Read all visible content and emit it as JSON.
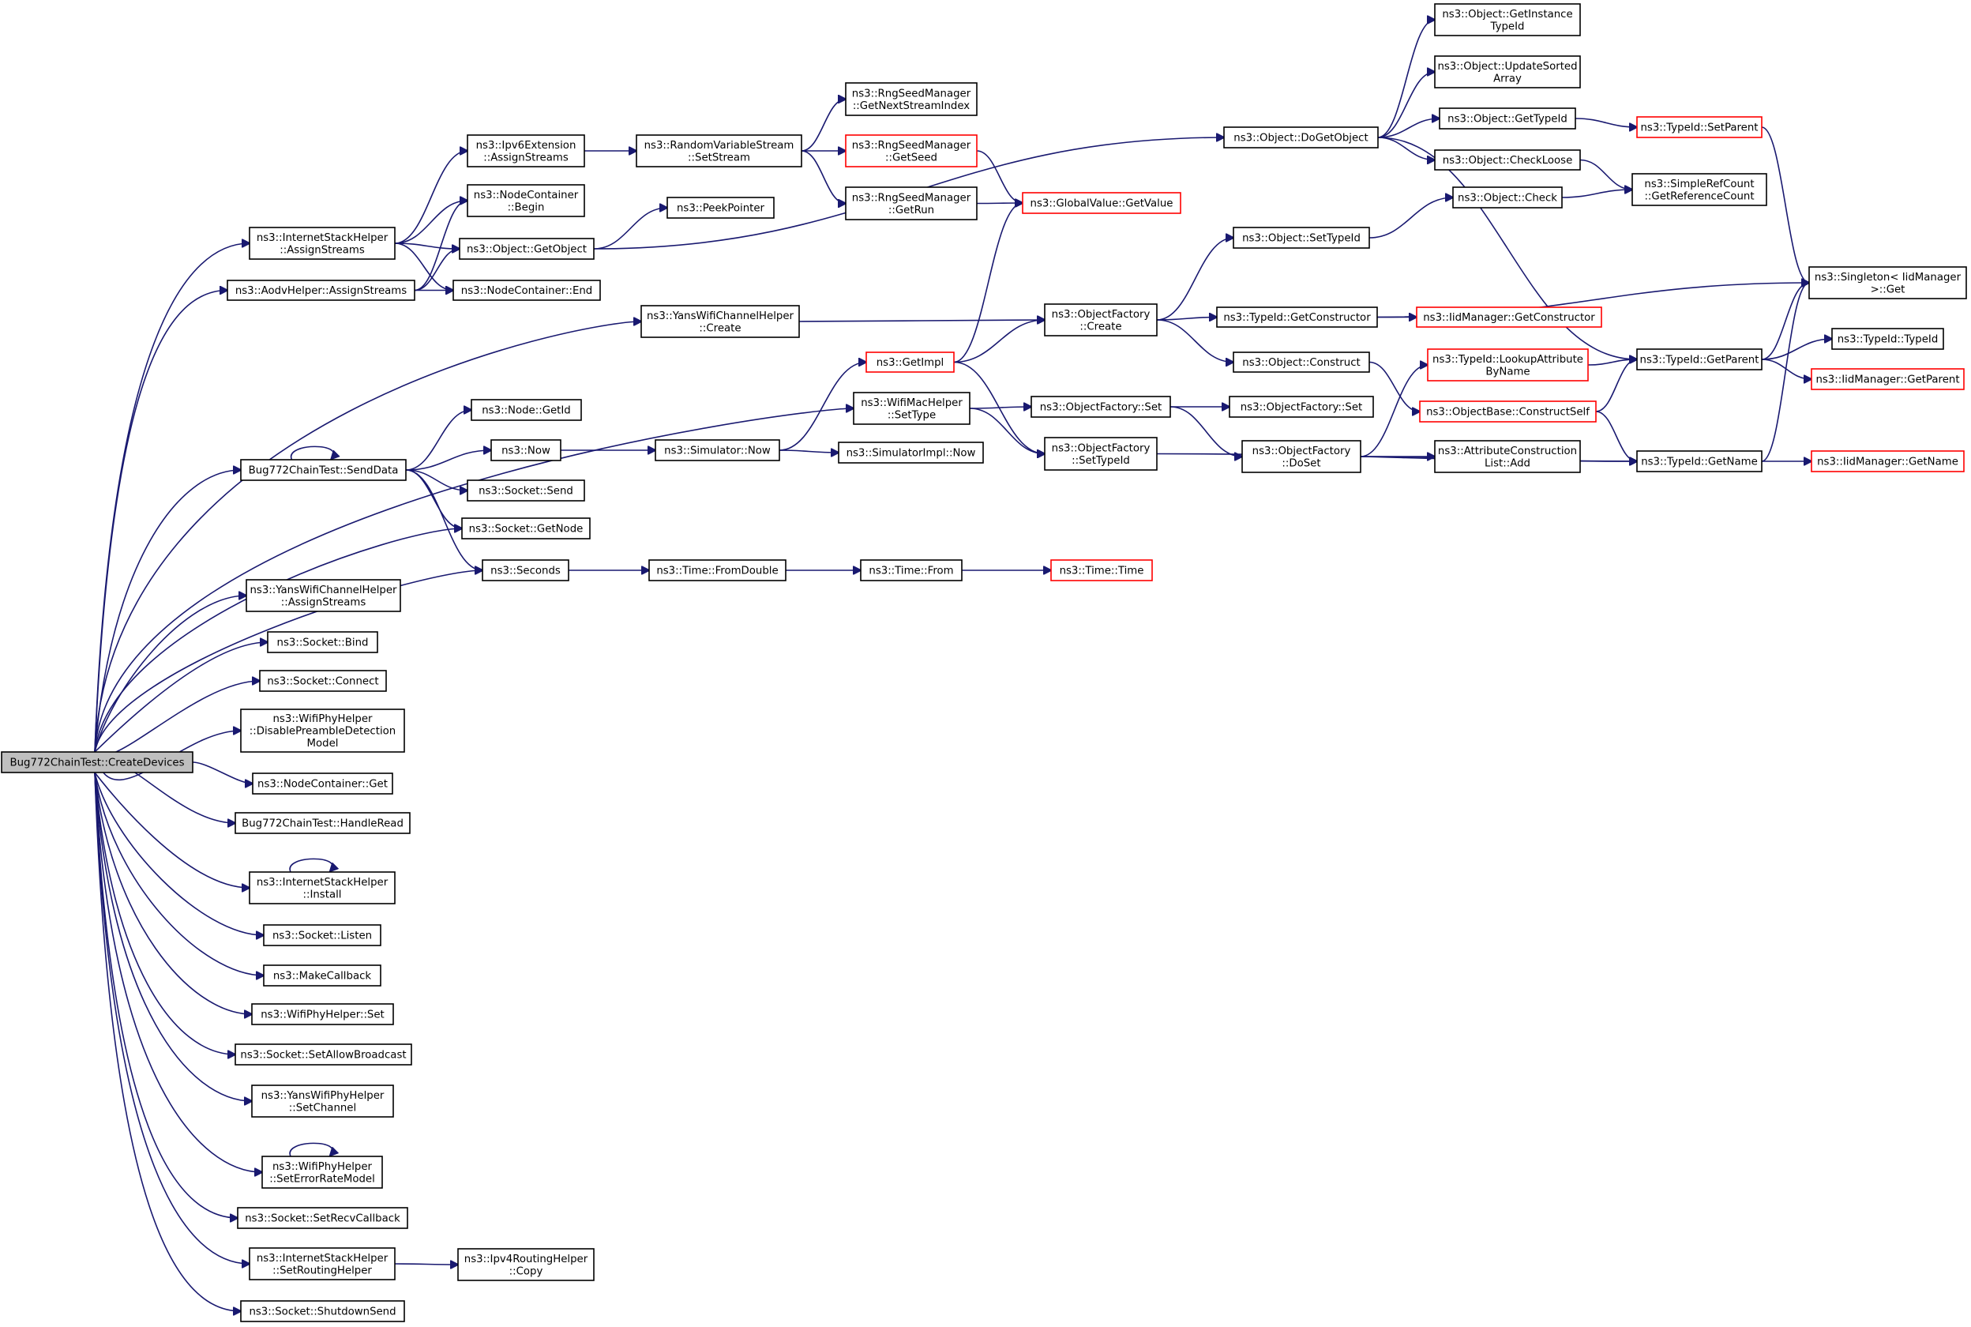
{
  "colors": {
    "edge": "#191970",
    "border": "#000000",
    "red_border": "#ff0000",
    "root_fill": "#bfbfbf"
  },
  "nodes": [
    {
      "id": "root",
      "label": [
        "Bug772ChainTest::CreateDevices"
      ],
      "style": "root"
    },
    {
      "id": "ish_as",
      "label": [
        "ns3::InternetStackHelper",
        "::AssignStreams"
      ]
    },
    {
      "id": "aodv_as",
      "label": [
        "ns3::AodvHelper::AssignStreams"
      ]
    },
    {
      "id": "ipv6_as",
      "label": [
        "ns3::Ipv6Extension",
        "::AssignStreams"
      ]
    },
    {
      "id": "nc_begin",
      "label": [
        "ns3::NodeContainer",
        "::Begin"
      ]
    },
    {
      "id": "obj_getobj",
      "label": [
        "ns3::Object::GetObject"
      ]
    },
    {
      "id": "nc_end",
      "label": [
        "ns3::NodeContainer::End"
      ]
    },
    {
      "id": "rvs_set",
      "label": [
        "ns3::RandomVariableStream",
        "::SetStream"
      ]
    },
    {
      "id": "peek",
      "label": [
        "ns3::PeekPointer"
      ]
    },
    {
      "id": "rng_next",
      "label": [
        "ns3::RngSeedManager",
        "::GetNextStreamIndex"
      ]
    },
    {
      "id": "rng_seed",
      "label": [
        "ns3::RngSeedManager",
        "::GetSeed"
      ],
      "style": "red"
    },
    {
      "id": "rng_run",
      "label": [
        "ns3::RngSeedManager",
        "::GetRun"
      ]
    },
    {
      "id": "gv_get",
      "label": [
        "ns3::GlobalValue::GetValue"
      ],
      "style": "red"
    },
    {
      "id": "yans_create",
      "label": [
        "ns3::YansWifiChannelHelper",
        "::Create"
      ]
    },
    {
      "id": "wifimac_set",
      "label": [
        "ns3::WifiMacHelper",
        "::SetType"
      ]
    },
    {
      "id": "getimpl",
      "label": [
        "ns3::GetImpl"
      ],
      "style": "red"
    },
    {
      "id": "of_create",
      "label": [
        "ns3::ObjectFactory",
        "::Create"
      ]
    },
    {
      "id": "of_set",
      "label": [
        "ns3::ObjectFactory::Set"
      ]
    },
    {
      "id": "of_settid",
      "label": [
        "ns3::ObjectFactory",
        "::SetTypeId"
      ]
    },
    {
      "id": "of_set2",
      "label": [
        "ns3::ObjectFactory::Set"
      ]
    },
    {
      "id": "of_doset",
      "label": [
        "ns3::ObjectFactory",
        "::DoSet"
      ]
    },
    {
      "id": "obj_dogetobj",
      "label": [
        "ns3::Object::DoGetObject"
      ]
    },
    {
      "id": "obj_settid",
      "label": [
        "ns3::Object::SetTypeId"
      ]
    },
    {
      "id": "tid_getctor",
      "label": [
        "ns3::TypeId::GetConstructor"
      ]
    },
    {
      "id": "iid_getctor",
      "label": [
        "ns3::IidManager::GetConstructor"
      ],
      "style": "red"
    },
    {
      "id": "obj_construct",
      "label": [
        "ns3::Object::Construct"
      ]
    },
    {
      "id": "obj_getinst",
      "label": [
        "ns3::Object::GetInstance",
        "TypeId"
      ]
    },
    {
      "id": "obj_upd",
      "label": [
        "ns3::Object::UpdateSorted",
        "Array"
      ]
    },
    {
      "id": "obj_gettid",
      "label": [
        "ns3::Object::GetTypeId"
      ]
    },
    {
      "id": "obj_checkloose",
      "label": [
        "ns3::Object::CheckLoose"
      ]
    },
    {
      "id": "obj_check",
      "label": [
        "ns3::Object::Check"
      ]
    },
    {
      "id": "tid_lookup",
      "label": [
        "ns3::TypeId::LookupAttribute",
        "ByName"
      ],
      "style": "red"
    },
    {
      "id": "ob_construct",
      "label": [
        "ns3::ObjectBase::ConstructSelf"
      ],
      "style": "red"
    },
    {
      "id": "acl_add",
      "label": [
        "ns3::AttributeConstruction",
        "List::Add"
      ]
    },
    {
      "id": "tid_setparent",
      "label": [
        "ns3::TypeId::SetParent"
      ],
      "style": "red"
    },
    {
      "id": "src_getrc",
      "label": [
        "ns3::SimpleRefCount",
        "::GetReferenceCount"
      ]
    },
    {
      "id": "singleton",
      "label": [
        "ns3::Singleton< IidManager",
        " >::Get"
      ]
    },
    {
      "id": "tid_getparent",
      "label": [
        "ns3::TypeId::GetParent"
      ]
    },
    {
      "id": "tid_typeid",
      "label": [
        "ns3::TypeId::TypeId"
      ]
    },
    {
      "id": "iid_getparent",
      "label": [
        "ns3::IidManager::GetParent"
      ],
      "style": "red"
    },
    {
      "id": "tid_getname",
      "label": [
        "ns3::TypeId::GetName"
      ]
    },
    {
      "id": "iid_getname",
      "label": [
        "ns3::IidManager::GetName"
      ],
      "style": "red"
    },
    {
      "id": "senddata",
      "label": [
        "Bug772ChainTest::SendData"
      ]
    },
    {
      "id": "node_getid",
      "label": [
        "ns3::Node::GetId"
      ]
    },
    {
      "id": "now",
      "label": [
        "ns3::Now"
      ]
    },
    {
      "id": "sim_now",
      "label": [
        "ns3::Simulator::Now"
      ]
    },
    {
      "id": "simimpl_now",
      "label": [
        "ns3::SimulatorImpl::Now"
      ]
    },
    {
      "id": "sock_send",
      "label": [
        "ns3::Socket::Send"
      ]
    },
    {
      "id": "sock_getnode",
      "label": [
        "ns3::Socket::GetNode"
      ]
    },
    {
      "id": "seconds",
      "label": [
        "ns3::Seconds"
      ]
    },
    {
      "id": "time_fromdouble",
      "label": [
        "ns3::Time::FromDouble"
      ]
    },
    {
      "id": "time_from",
      "label": [
        "ns3::Time::From"
      ]
    },
    {
      "id": "time_time",
      "label": [
        "ns3::Time::Time"
      ],
      "style": "red"
    },
    {
      "id": "ywch_as",
      "label": [
        "ns3::YansWifiChannelHelper",
        "::AssignStreams"
      ]
    },
    {
      "id": "sock_bind",
      "label": [
        "ns3::Socket::Bind"
      ]
    },
    {
      "id": "sock_connect",
      "label": [
        "ns3::Socket::Connect"
      ]
    },
    {
      "id": "wph_dpd",
      "label": [
        "ns3::WifiPhyHelper",
        "::DisablePreambleDetection",
        "Model"
      ]
    },
    {
      "id": "nc_get",
      "label": [
        "ns3::NodeContainer::Get"
      ]
    },
    {
      "id": "handleread",
      "label": [
        "Bug772ChainTest::HandleRead"
      ]
    },
    {
      "id": "ish_install",
      "label": [
        "ns3::InternetStackHelper",
        "::Install"
      ]
    },
    {
      "id": "sock_listen",
      "label": [
        "ns3::Socket::Listen"
      ]
    },
    {
      "id": "makecb",
      "label": [
        "ns3::MakeCallback"
      ]
    },
    {
      "id": "wph_set",
      "label": [
        "ns3::WifiPhyHelper::Set"
      ]
    },
    {
      "id": "sock_allowbc",
      "label": [
        "ns3::Socket::SetAllowBroadcast"
      ]
    },
    {
      "id": "ywph_setch",
      "label": [
        "ns3::YansWifiPhyHelper",
        "::SetChannel"
      ]
    },
    {
      "id": "wph_seterm",
      "label": [
        "ns3::WifiPhyHelper",
        "::SetErrorRateModel"
      ]
    },
    {
      "id": "sock_setrecv",
      "label": [
        "ns3::Socket::SetRecvCallback"
      ]
    },
    {
      "id": "ish_setrh",
      "label": [
        "ns3::InternetStackHelper",
        "::SetRoutingHelper"
      ]
    },
    {
      "id": "ipv4rh_copy",
      "label": [
        "ns3::Ipv4RoutingHelper",
        "::Copy"
      ]
    },
    {
      "id": "sock_shutdown",
      "label": [
        "ns3::Socket::ShutdownSend"
      ]
    }
  ],
  "edges": [
    [
      "root",
      "ish_as"
    ],
    [
      "root",
      "aodv_as"
    ],
    [
      "root",
      "yans_create"
    ],
    [
      "root",
      "wifimac_set"
    ],
    [
      "root",
      "senddata"
    ],
    [
      "root",
      "sock_getnode"
    ],
    [
      "root",
      "seconds"
    ],
    [
      "root",
      "ywch_as"
    ],
    [
      "root",
      "sock_bind"
    ],
    [
      "root",
      "sock_connect"
    ],
    [
      "root",
      "wph_dpd"
    ],
    [
      "root",
      "nc_get"
    ],
    [
      "root",
      "handleread"
    ],
    [
      "root",
      "ish_install"
    ],
    [
      "root",
      "sock_listen"
    ],
    [
      "root",
      "makecb"
    ],
    [
      "root",
      "wph_set"
    ],
    [
      "root",
      "sock_allowbc"
    ],
    [
      "root",
      "ywph_setch"
    ],
    [
      "root",
      "wph_seterm"
    ],
    [
      "root",
      "sock_setrecv"
    ],
    [
      "root",
      "ish_setrh"
    ],
    [
      "root",
      "sock_shutdown"
    ],
    [
      "ish_as",
      "ipv6_as"
    ],
    [
      "ish_as",
      "nc_begin"
    ],
    [
      "ish_as",
      "obj_getobj"
    ],
    [
      "ish_as",
      "nc_end"
    ],
    [
      "aodv_as",
      "nc_begin"
    ],
    [
      "aodv_as",
      "obj_getobj"
    ],
    [
      "aodv_as",
      "nc_end"
    ],
    [
      "ipv6_as",
      "rvs_set"
    ],
    [
      "rvs_set",
      "rng_next"
    ],
    [
      "rvs_set",
      "rng_seed"
    ],
    [
      "rvs_set",
      "rng_run"
    ],
    [
      "rng_seed",
      "gv_get"
    ],
    [
      "rng_run",
      "gv_get"
    ],
    [
      "obj_getobj",
      "peek"
    ],
    [
      "obj_getobj",
      "obj_dogetobj"
    ],
    [
      "yans_create",
      "of_create"
    ],
    [
      "wifimac_set",
      "of_set"
    ],
    [
      "wifimac_set",
      "of_settid"
    ],
    [
      "getimpl",
      "gv_get"
    ],
    [
      "getimpl",
      "of_create"
    ],
    [
      "getimpl",
      "of_settid"
    ],
    [
      "of_create",
      "obj_settid"
    ],
    [
      "of_create",
      "tid_getctor"
    ],
    [
      "of_create",
      "obj_construct"
    ],
    [
      "of_set",
      "of_set2"
    ],
    [
      "of_set",
      "of_doset"
    ],
    [
      "of_settid",
      "tid_getname"
    ],
    [
      "of_doset",
      "tid_lookup"
    ],
    [
      "of_doset",
      "acl_add"
    ],
    [
      "of_doset",
      "tid_getname"
    ],
    [
      "obj_dogetobj",
      "obj_getinst"
    ],
    [
      "obj_dogetobj",
      "obj_upd"
    ],
    [
      "obj_dogetobj",
      "obj_gettid"
    ],
    [
      "obj_dogetobj",
      "obj_checkloose"
    ],
    [
      "obj_dogetobj",
      "tid_getparent"
    ],
    [
      "obj_settid",
      "obj_check"
    ],
    [
      "tid_getctor",
      "iid_getctor"
    ],
    [
      "tid_getctor",
      "singleton"
    ],
    [
      "obj_construct",
      "ob_construct"
    ],
    [
      "obj_gettid",
      "tid_setparent"
    ],
    [
      "obj_checkloose",
      "src_getrc"
    ],
    [
      "obj_check",
      "src_getrc"
    ],
    [
      "tid_setparent",
      "singleton"
    ],
    [
      "tid_lookup",
      "tid_getparent"
    ],
    [
      "ob_construct",
      "tid_getparent"
    ],
    [
      "ob_construct",
      "tid_getname"
    ],
    [
      "tid_getparent",
      "singleton"
    ],
    [
      "tid_getparent",
      "tid_typeid"
    ],
    [
      "tid_getparent",
      "iid_getparent"
    ],
    [
      "tid_getname",
      "singleton"
    ],
    [
      "tid_getname",
      "iid_getname"
    ],
    [
      "senddata",
      "senddata"
    ],
    [
      "senddata",
      "node_getid"
    ],
    [
      "senddata",
      "now"
    ],
    [
      "senddata",
      "sock_send"
    ],
    [
      "senddata",
      "sock_getnode"
    ],
    [
      "senddata",
      "seconds"
    ],
    [
      "now",
      "sim_now"
    ],
    [
      "sim_now",
      "getimpl"
    ],
    [
      "sim_now",
      "simimpl_now"
    ],
    [
      "seconds",
      "time_fromdouble"
    ],
    [
      "time_fromdouble",
      "time_from"
    ],
    [
      "time_from",
      "time_time"
    ],
    [
      "ish_install",
      "ish_install"
    ],
    [
      "wph_seterm",
      "wph_seterm"
    ],
    [
      "ish_setrh",
      "ipv4rh_copy"
    ]
  ]
}
